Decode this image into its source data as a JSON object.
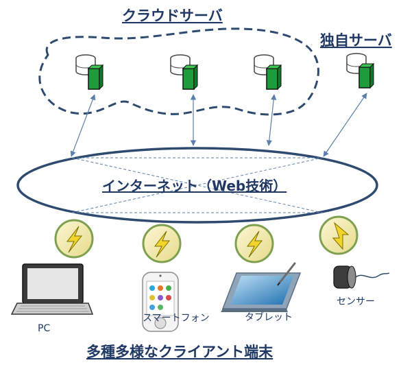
{
  "titles": {
    "cloud_server": "クラウドサーバ",
    "own_server": "独自サーバ",
    "internet": "インターネット（Web技術）",
    "clients": "多種多様なクライアント端末"
  },
  "devices": {
    "pc": "PC",
    "smartphone": "スマートフォン",
    "tablet": "タブレット",
    "sensor": "センサー"
  },
  "colors": {
    "line": "#2e4a6e",
    "arrow": "#5b7fa8",
    "server_green": "#1e9b3a",
    "bolt_circle": "#f3ecb0",
    "bolt": "#d8b320"
  }
}
